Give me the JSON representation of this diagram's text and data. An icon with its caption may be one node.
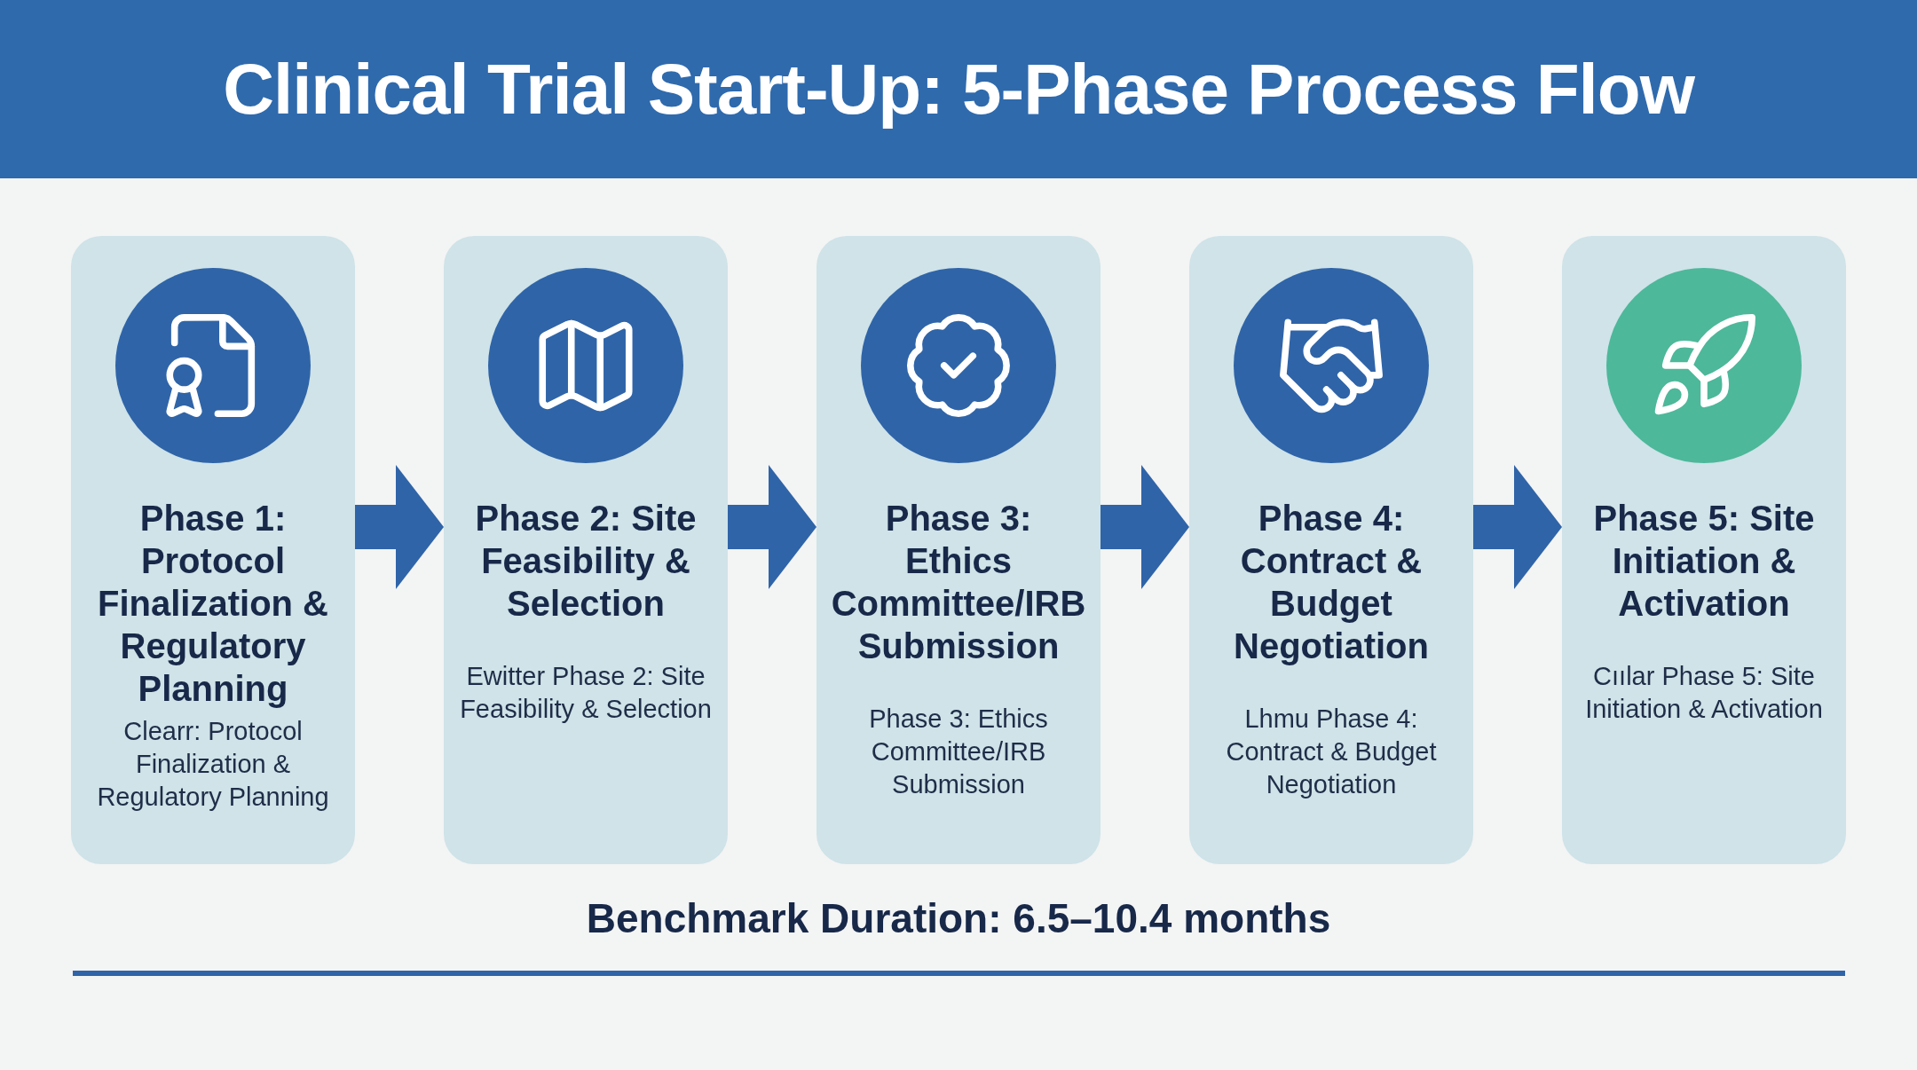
{
  "diagram": {
    "title": "Clinical Trial Start-Up: 5-Phase Process Flow",
    "nodes": [
      {
        "text": [
          "Phase 1: Protocol Finalization & Regulatory Planning",
          "Clearr: Protocol Finalization & Regulatory Planning"
        ]
      },
      {
        "text": [
          "Phase 2: Site Feasibility & Selection",
          "Ewitter Phase 2: Site Feasibility & Selection"
        ]
      },
      {
        "text": [
          "Phase 3: Ethics Committee/IRB Submission",
          "Phase 3: Ethics Committee/IRB Submission"
        ]
      },
      {
        "text": [
          "Phase 4: Contract & Budget Negotiation",
          "Lhmu Phase 4: Contract & Budget Negotiation"
        ]
      },
      {
        "text": [
          "Phase 5: Site Initiation & Activation",
          "Cıılar Phase 5: Site Initiation & Activation"
        ]
      }
    ],
    "edges": [
      {
        "from": 0,
        "to": 1,
        "arrow": "to"
      },
      {
        "from": 1,
        "to": 2,
        "arrow": "to"
      },
      {
        "from": 2,
        "to": 3,
        "arrow": "to"
      },
      {
        "from": 3,
        "to": 4,
        "arrow": "to"
      }
    ],
    "labels": [
      "Benchmark Duration: 6.5–10.4 months"
    ]
  }
}
